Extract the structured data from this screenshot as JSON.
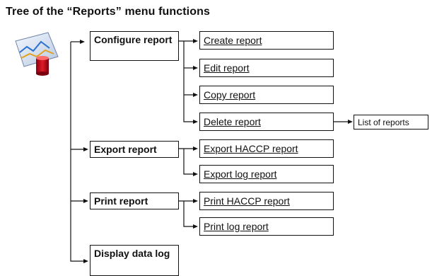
{
  "title": "Tree of the “Reports” menu functions",
  "icon": "reports-icon",
  "tree": {
    "level1": [
      {
        "label": "Configure report"
      },
      {
        "label": "Export report"
      },
      {
        "label": "Print report"
      },
      {
        "label": "Display data log"
      }
    ],
    "configure_children": [
      {
        "label": "Create report"
      },
      {
        "label": "Edit report"
      },
      {
        "label": "Copy report"
      },
      {
        "label": "Delete report"
      }
    ],
    "export_children": [
      {
        "label": "Export HACCP report"
      },
      {
        "label": "Export log report"
      }
    ],
    "print_children": [
      {
        "label": "Print HACCP report"
      },
      {
        "label": "Print log report"
      }
    ],
    "delete_target": {
      "label": "List of reports"
    }
  }
}
